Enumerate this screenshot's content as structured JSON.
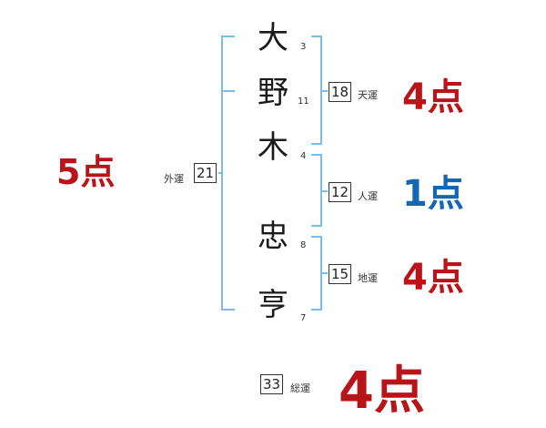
{
  "name": {
    "characters": [
      {
        "char": "大",
        "strokes": "3"
      },
      {
        "char": "野",
        "strokes": "11"
      },
      {
        "char": "木",
        "strokes": "4"
      },
      {
        "char": "忠",
        "strokes": "8"
      },
      {
        "char": "亨",
        "strokes": "7"
      }
    ]
  },
  "fortunes": {
    "tenkaku": {
      "value": "18",
      "label": "天運",
      "score": "4点"
    },
    "jinkaku": {
      "value": "12",
      "label": "人運",
      "score": "1点"
    },
    "chikaku": {
      "value": "15",
      "label": "地運",
      "score": "4点"
    },
    "gaikaku": {
      "value": "21",
      "label": "外運",
      "score": "5点"
    },
    "soukaku": {
      "value": "33",
      "label": "総運",
      "score": "4点"
    }
  },
  "colors": {
    "bracket": "#7bbde6",
    "score_red": "#b8141a",
    "score_blue": "#1565b5"
  }
}
